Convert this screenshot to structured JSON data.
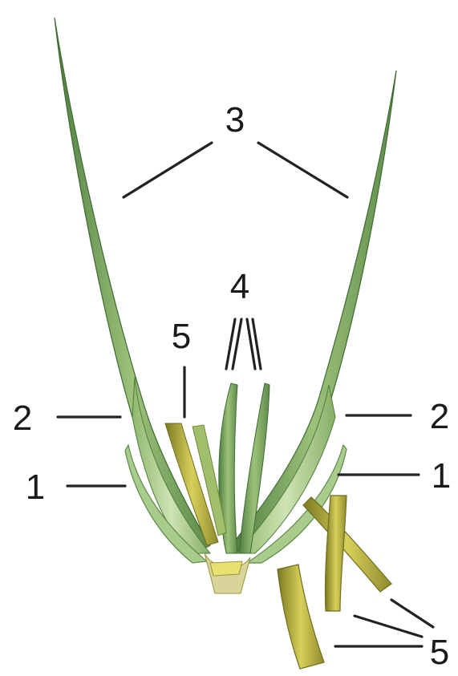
{
  "labels": {
    "glume": "1",
    "lemma": "2",
    "awn": "3",
    "stigma": "4",
    "stamen": "5"
  },
  "colors": {
    "leaf_dark": "#5e8a4a",
    "leaf_mid": "#7faa5e",
    "leaf_light": "#b8d59a",
    "anther": "#c9c24a",
    "anther_dark": "#8a8a2a",
    "base": "#d9d49a",
    "line": "#222222"
  }
}
